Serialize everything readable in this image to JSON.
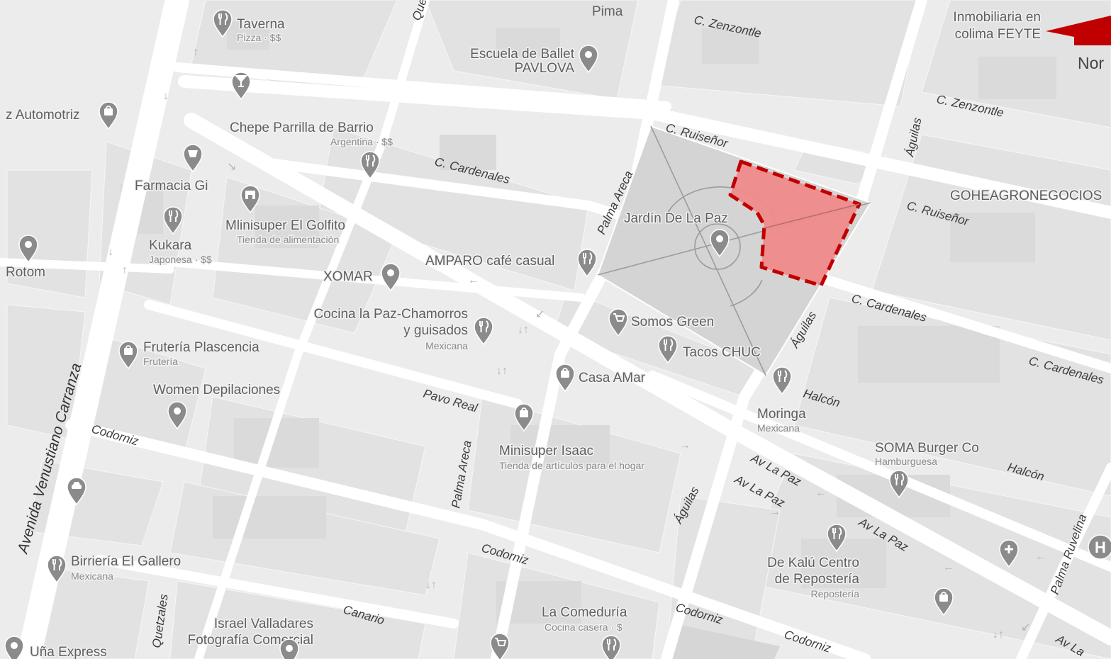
{
  "map": {
    "accent_color": "#c00000",
    "highlight_fill": "#ef8a8a",
    "plaza_fill": "#d4d4d4",
    "north_label": "Nor",
    "park_label": "Jardín De La Paz",
    "streets": {
      "zenzontle_1": "C. Zenzontle",
      "zenzontle_2": "C. Zenzontle",
      "ruisenor_1": "C. Ruiseñor",
      "ruisenor_2": "C. Ruiseñor",
      "cardenales_1": "C. Cardenales",
      "cardenales_2": "C. Cardenales",
      "cardenales_3": "C. Cardenales",
      "palma_areca_1": "Palma Areca",
      "palma_areca_2": "Palma Areca",
      "aguilas_1": "Águilas",
      "aguilas_2": "Águilas",
      "aguilas_3": "Águilas",
      "pavo_real": "Pavo Real",
      "codorniz_1": "Codorniz",
      "codorniz_2": "Codorniz",
      "codorniz_3": "Codorniz",
      "codorniz_4": "Codorniz",
      "av_la_paz_1": "Av La Paz",
      "av_la_paz_2": "Av La Paz",
      "av_la_paz_3": "Av La Paz",
      "av_la_paz_4": "Av La",
      "halcon_1": "Halcón",
      "halcon_2": "Halcón",
      "canario": "Canario",
      "quetzales": "Quetzales",
      "palma_ruvelina": "Palma Ruvelina",
      "venustiano": "Avenida Venustiano Carranza",
      "que": "Que",
      "pima": "Pima"
    },
    "pois": {
      "taverna": "Taverna",
      "taverna_sub": "Pizza · $$",
      "ballet_1": "Escuela de Ballet",
      "ballet_2": "PAVLOVA",
      "inmobiliaria_1": "Inmobiliaria en",
      "inmobiliaria_2": "colima FEYTE",
      "automotriz": "z Automotriz",
      "chepe": "Chepe Parrilla de Barrio",
      "chepe_sub": "Argentina · $$",
      "farmacia": "Farmacia Gi",
      "minisuper_golfito": "Mlinisuper El Golfito",
      "minisuper_golfito_sub": "Tienda de alimentación",
      "kukara": "Kukara",
      "kukara_sub": "Japonesa · $$",
      "rotom": "Rotom",
      "xomar": "XOMAR",
      "amparo": "AMPARO café casual",
      "cocina_paz_1": "Cocina la Paz-Chamorros",
      "cocina_paz_2": "y guisados",
      "cocina_paz_sub": "Mexicana",
      "fruteria": "Frutería Plascencia",
      "fruteria_sub": "Frutería",
      "women": "Women Depilaciones",
      "somos_green": "Somos Green",
      "tacos": "Tacos CHUC",
      "casa_amar": "Casa AMar",
      "moringa": "Moringa",
      "moringa_sub": "Mexicana",
      "goheagro": "GOHEAGRONEGOCIOS",
      "soma": "SOMA Burger Co",
      "soma_sub": "Hamburguesa",
      "minisuper_isaac": "Minisuper Isaac",
      "minisuper_isaac_sub": "Tienda de artículos para el hogar",
      "birrieria": "Birriería El Gallero",
      "birrieria_sub": "Mexicana",
      "kalu_1": "De Kalú Centro",
      "kalu_2": "de Repostería",
      "kalu_sub": "Repostería",
      "israel_1": "Israel Valladares",
      "israel_2": "Fotografía Comercial",
      "comeduria": "La Comeduría",
      "comeduria_sub": "Cocina casera · $",
      "una": "Uña Express",
      "hospital_letter": "H"
    }
  }
}
